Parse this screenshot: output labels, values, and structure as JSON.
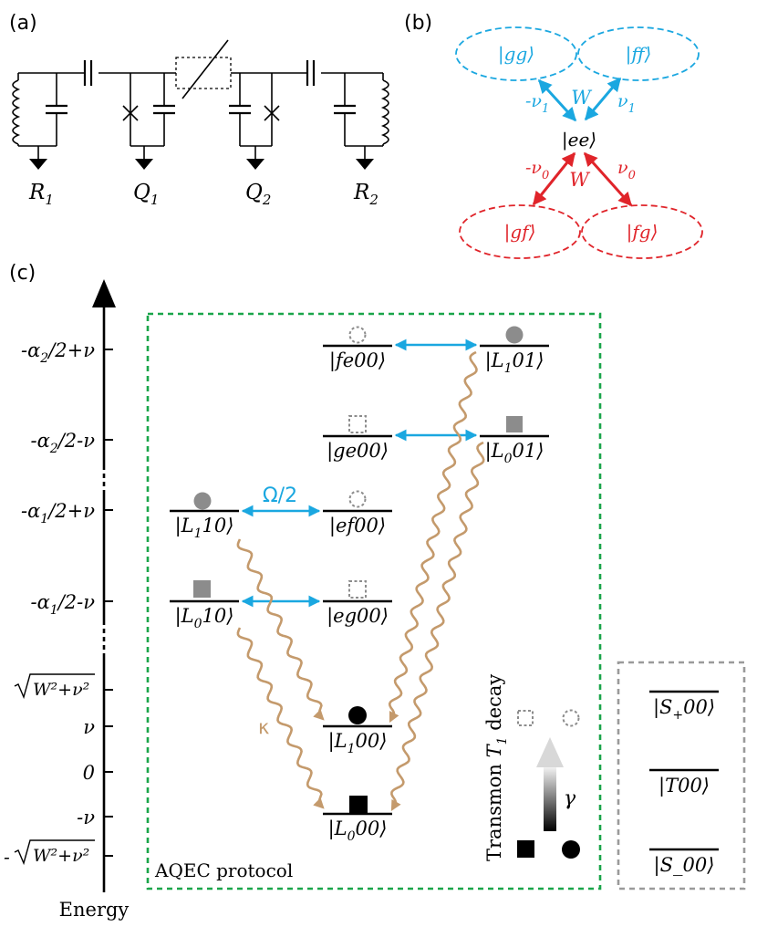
{
  "panels": {
    "a": "(a)",
    "b": "(b)",
    "c": "(c)"
  },
  "circuit": {
    "labels": [
      {
        "main": "R",
        "sub": "1"
      },
      {
        "main": "Q",
        "sub": "1"
      },
      {
        "main": "Q",
        "sub": "2"
      },
      {
        "main": "R",
        "sub": "2"
      }
    ]
  },
  "panel_b": {
    "top_states": [
      "|gg⟩",
      "|ff⟩"
    ],
    "center_state": "|ee⟩",
    "bottom_states": [
      "|gf⟩",
      "|fg⟩"
    ],
    "top_coupling": "W",
    "bottom_coupling": "W",
    "top_left_detuning": {
      "prefix": "-ν",
      "sub": "1"
    },
    "top_right_detuning": {
      "prefix": "ν",
      "sub": "1"
    },
    "bottom_left_detuning": {
      "prefix": "-ν",
      "sub": "0"
    },
    "bottom_right_detuning": {
      "prefix": "ν",
      "sub": "0"
    },
    "colors": {
      "top": "#1aa7e0",
      "bottom": "#e0242a"
    }
  },
  "energy_axis": {
    "label": "Energy",
    "ticks": [
      {
        "pre": "-α",
        "sub": "2",
        "post": "/2+ν"
      },
      {
        "pre": "-α",
        "sub": "2",
        "post": "/2-ν"
      },
      {
        "pre": "-α",
        "sub": "1",
        "post": "/2+ν"
      },
      {
        "pre": "-α",
        "sub": "1",
        "post": "/2-ν"
      },
      {
        "radical": "W²+ν²"
      },
      {
        "pre": "ν"
      },
      {
        "pre": "0"
      },
      {
        "pre": "-ν"
      },
      {
        "minus": "-",
        "radical": "W²+ν²"
      }
    ]
  },
  "levels": {
    "fe00": "|fe00⟩",
    "L1_01": {
      "pre": "|L",
      "sub": "1",
      "post": "01⟩"
    },
    "ge00": "|ge00⟩",
    "L0_01": {
      "pre": "|L",
      "sub": "0",
      "post": "01⟩"
    },
    "L1_10": {
      "pre": "|L",
      "sub": "1",
      "post": "10⟩"
    },
    "ef00": "|ef00⟩",
    "L0_10": {
      "pre": "|L",
      "sub": "0",
      "post": "10⟩"
    },
    "eg00": "|eg00⟩",
    "L1_00": {
      "pre": "|L",
      "sub": "1",
      "post": "00⟩"
    },
    "L0_00": {
      "pre": "|L",
      "sub": "0",
      "post": "00⟩"
    }
  },
  "drive_label": "Ω/2",
  "decay_label": "κ",
  "protocol_label": "AQEC protocol",
  "transmon_decay": {
    "pre": "Transmon ",
    "sym": "T",
    "sub": "1",
    "post": " decay"
  },
  "gamma_label": "γ",
  "side_box": {
    "Splus": {
      "pre": "|S",
      "sub": "+",
      "post": "00⟩"
    },
    "T": "|T00⟩",
    "Sminus": "|S_00⟩"
  },
  "colors": {
    "cyan": "#1aa7e0",
    "red": "#e0242a",
    "green_dash": "#1aa54a",
    "gray_dash": "#9a9a9a",
    "wavy": "#c49a6c",
    "marker_gray": "#8c8c8c"
  }
}
